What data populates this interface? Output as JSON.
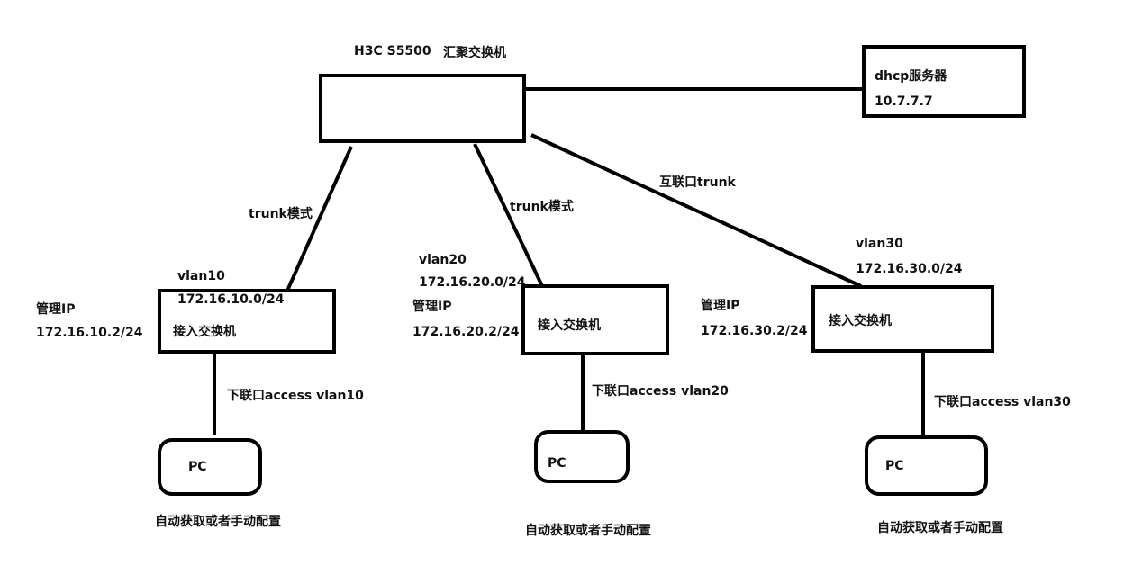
{
  "core_switch": {
    "model": "H3C S5500",
    "role": "汇聚交换机"
  },
  "dhcp_server": {
    "name": "dhcp服务器",
    "ip": "10.7.7.7"
  },
  "links": {
    "trunk_left": "trunk模式",
    "trunk_middle": "trunk模式",
    "trunk_right": "互联口trunk"
  },
  "access_switches": [
    {
      "vlan": "vlan10",
      "subnet": "172.16.10.0/24",
      "mgmt_label": "管理IP",
      "mgmt_ip": "172.16.10.2/24",
      "name": "接入交换机",
      "downlink": "下联口access vlan10",
      "pc": "PC",
      "pc_note": "自动获取或者手动配置"
    },
    {
      "vlan": "vlan20",
      "subnet": "172.16.20.0/24",
      "mgmt_label": "管理IP",
      "mgmt_ip": "172.16.20.2/24",
      "name": "接入交换机",
      "downlink": "下联口access vlan20",
      "pc": "PC",
      "pc_note": "自动获取或者手动配置"
    },
    {
      "vlan": "vlan30",
      "subnet": "172.16.30.0/24",
      "mgmt_label": "管理IP",
      "mgmt_ip": "172.16.30.2/24",
      "name": "接入交换机",
      "downlink": "下联口access vlan30",
      "pc": "PC",
      "pc_note": "自动获取或者手动配置"
    }
  ]
}
